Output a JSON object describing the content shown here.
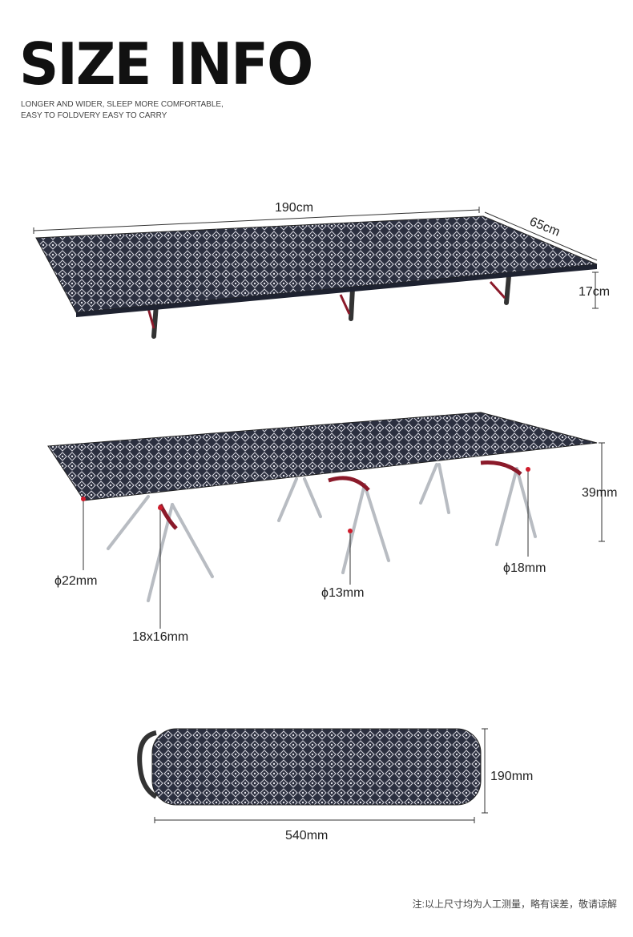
{
  "header": {
    "title": "SIZE INFO",
    "subtitle_line1": "LONGER AND WIDER, SLEEP MORE COMFORTABLE,",
    "subtitle_line2": "EASY TO FOLDVERY EASY TO CARRY"
  },
  "cot_top": {
    "length": "190cm",
    "width": "65cm",
    "height": "17cm"
  },
  "cot_high": {
    "height": "39mm",
    "tube_main": "ϕ22mm",
    "tube_leg": "ϕ13mm",
    "tube_support": "ϕ18mm",
    "tube_bar": "18x16mm"
  },
  "bag": {
    "height": "190mm",
    "length": "540mm"
  },
  "footer": {
    "note": "注:以上尺寸均为人工测量，略有误差，敬请谅解"
  },
  "colors": {
    "fabric": "#2b2f3f",
    "accent": "#8b1a2a",
    "leg": "#b8bcc2"
  }
}
